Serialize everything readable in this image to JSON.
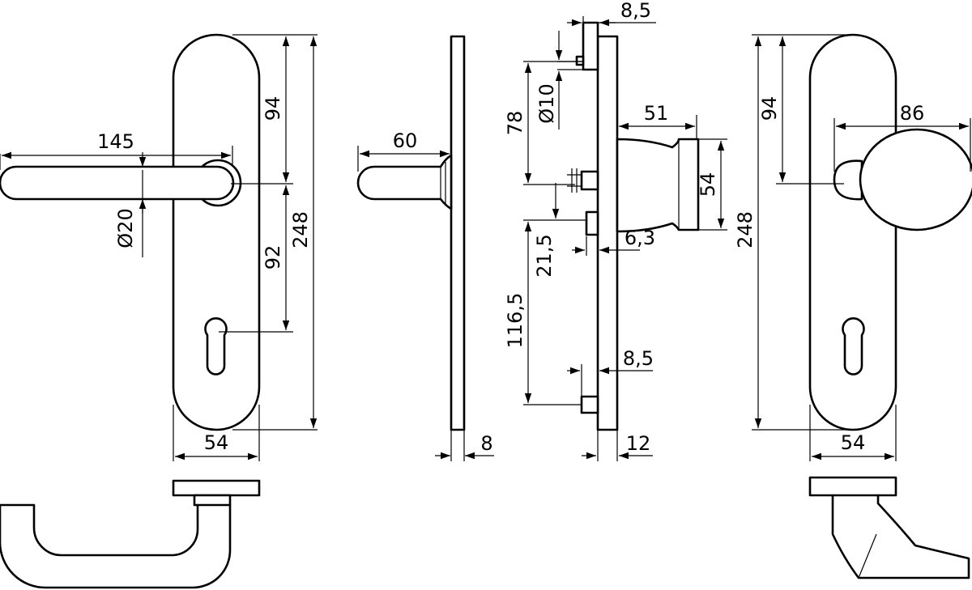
{
  "colors": {
    "line": "#000000",
    "background": "#ffffff"
  },
  "dimensions": {
    "lever_length": "145",
    "lever_projection": "60",
    "plate_width_left": "54",
    "plate_width_right": "54",
    "plate_height_left": "248",
    "plate_height_right": "248",
    "upper_spacing_left": "94",
    "upper_spacing_right": "94",
    "lower_spacing_left": "92",
    "lever_diameter": "Ø20",
    "plate_thickness": "8",
    "top_offset": "8,5",
    "spindle_diameter": "Ø10",
    "spindle_spacing": "78",
    "knob_projection": "51",
    "knob_diameter": "54",
    "knob_length": "86",
    "screw_offset": "21,5",
    "rose_thickness": "6,3",
    "lower_screw_spacing": "116,5",
    "lower_offset": "8,5",
    "total_thickness": "12"
  }
}
